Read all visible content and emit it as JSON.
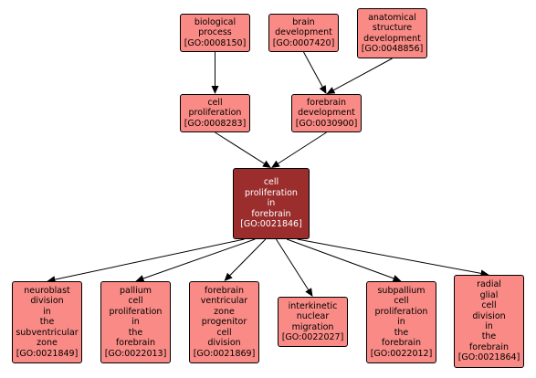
{
  "colors": {
    "node_fill": "#f98a85",
    "focus_fill": "#9b2d2d",
    "edge": "#000000"
  },
  "nodes": [
    {
      "id": "bp",
      "lines": [
        "biological",
        "process",
        "[GO:0008150]"
      ]
    },
    {
      "id": "bd",
      "lines": [
        "brain",
        "development",
        "[GO:0007420]"
      ]
    },
    {
      "id": "asd",
      "lines": [
        "anatomical",
        "structure",
        "development",
        "[GO:0048856]"
      ]
    },
    {
      "id": "cp",
      "lines": [
        "cell",
        "proliferation",
        "[GO:0008283]"
      ]
    },
    {
      "id": "fd",
      "lines": [
        "forebrain",
        "development",
        "[GO:0030900]"
      ]
    },
    {
      "id": "cpf",
      "lines": [
        "cell",
        "proliferation",
        "in",
        "forebrain",
        "[GO:0021846]"
      ]
    },
    {
      "id": "nd",
      "lines": [
        "neuroblast",
        "division",
        "in",
        "the",
        "subventricular",
        "zone",
        "[GO:0021849]"
      ]
    },
    {
      "id": "pcp",
      "lines": [
        "pallium",
        "cell",
        "proliferation",
        "in",
        "the",
        "forebrain",
        "[GO:0022013]"
      ]
    },
    {
      "id": "fvz",
      "lines": [
        "forebrain",
        "ventricular",
        "zone",
        "progenitor",
        "cell",
        "division",
        "[GO:0021869]"
      ]
    },
    {
      "id": "inm",
      "lines": [
        "interkinetic",
        "nuclear",
        "migration",
        "[GO:0022027]"
      ]
    },
    {
      "id": "scp",
      "lines": [
        "subpallium",
        "cell",
        "proliferation",
        "in",
        "the",
        "forebrain",
        "[GO:0022012]"
      ]
    },
    {
      "id": "rgd",
      "lines": [
        "radial",
        "glial",
        "cell",
        "division",
        "in",
        "the",
        "forebrain",
        "[GO:0021864]"
      ]
    }
  ],
  "edges": [
    [
      "bp",
      "cp"
    ],
    [
      "bd",
      "fd"
    ],
    [
      "asd",
      "fd"
    ],
    [
      "cp",
      "cpf"
    ],
    [
      "fd",
      "cpf"
    ],
    [
      "cpf",
      "nd"
    ],
    [
      "cpf",
      "pcp"
    ],
    [
      "cpf",
      "fvz"
    ],
    [
      "cpf",
      "inm"
    ],
    [
      "cpf",
      "scp"
    ],
    [
      "cpf",
      "rgd"
    ]
  ]
}
